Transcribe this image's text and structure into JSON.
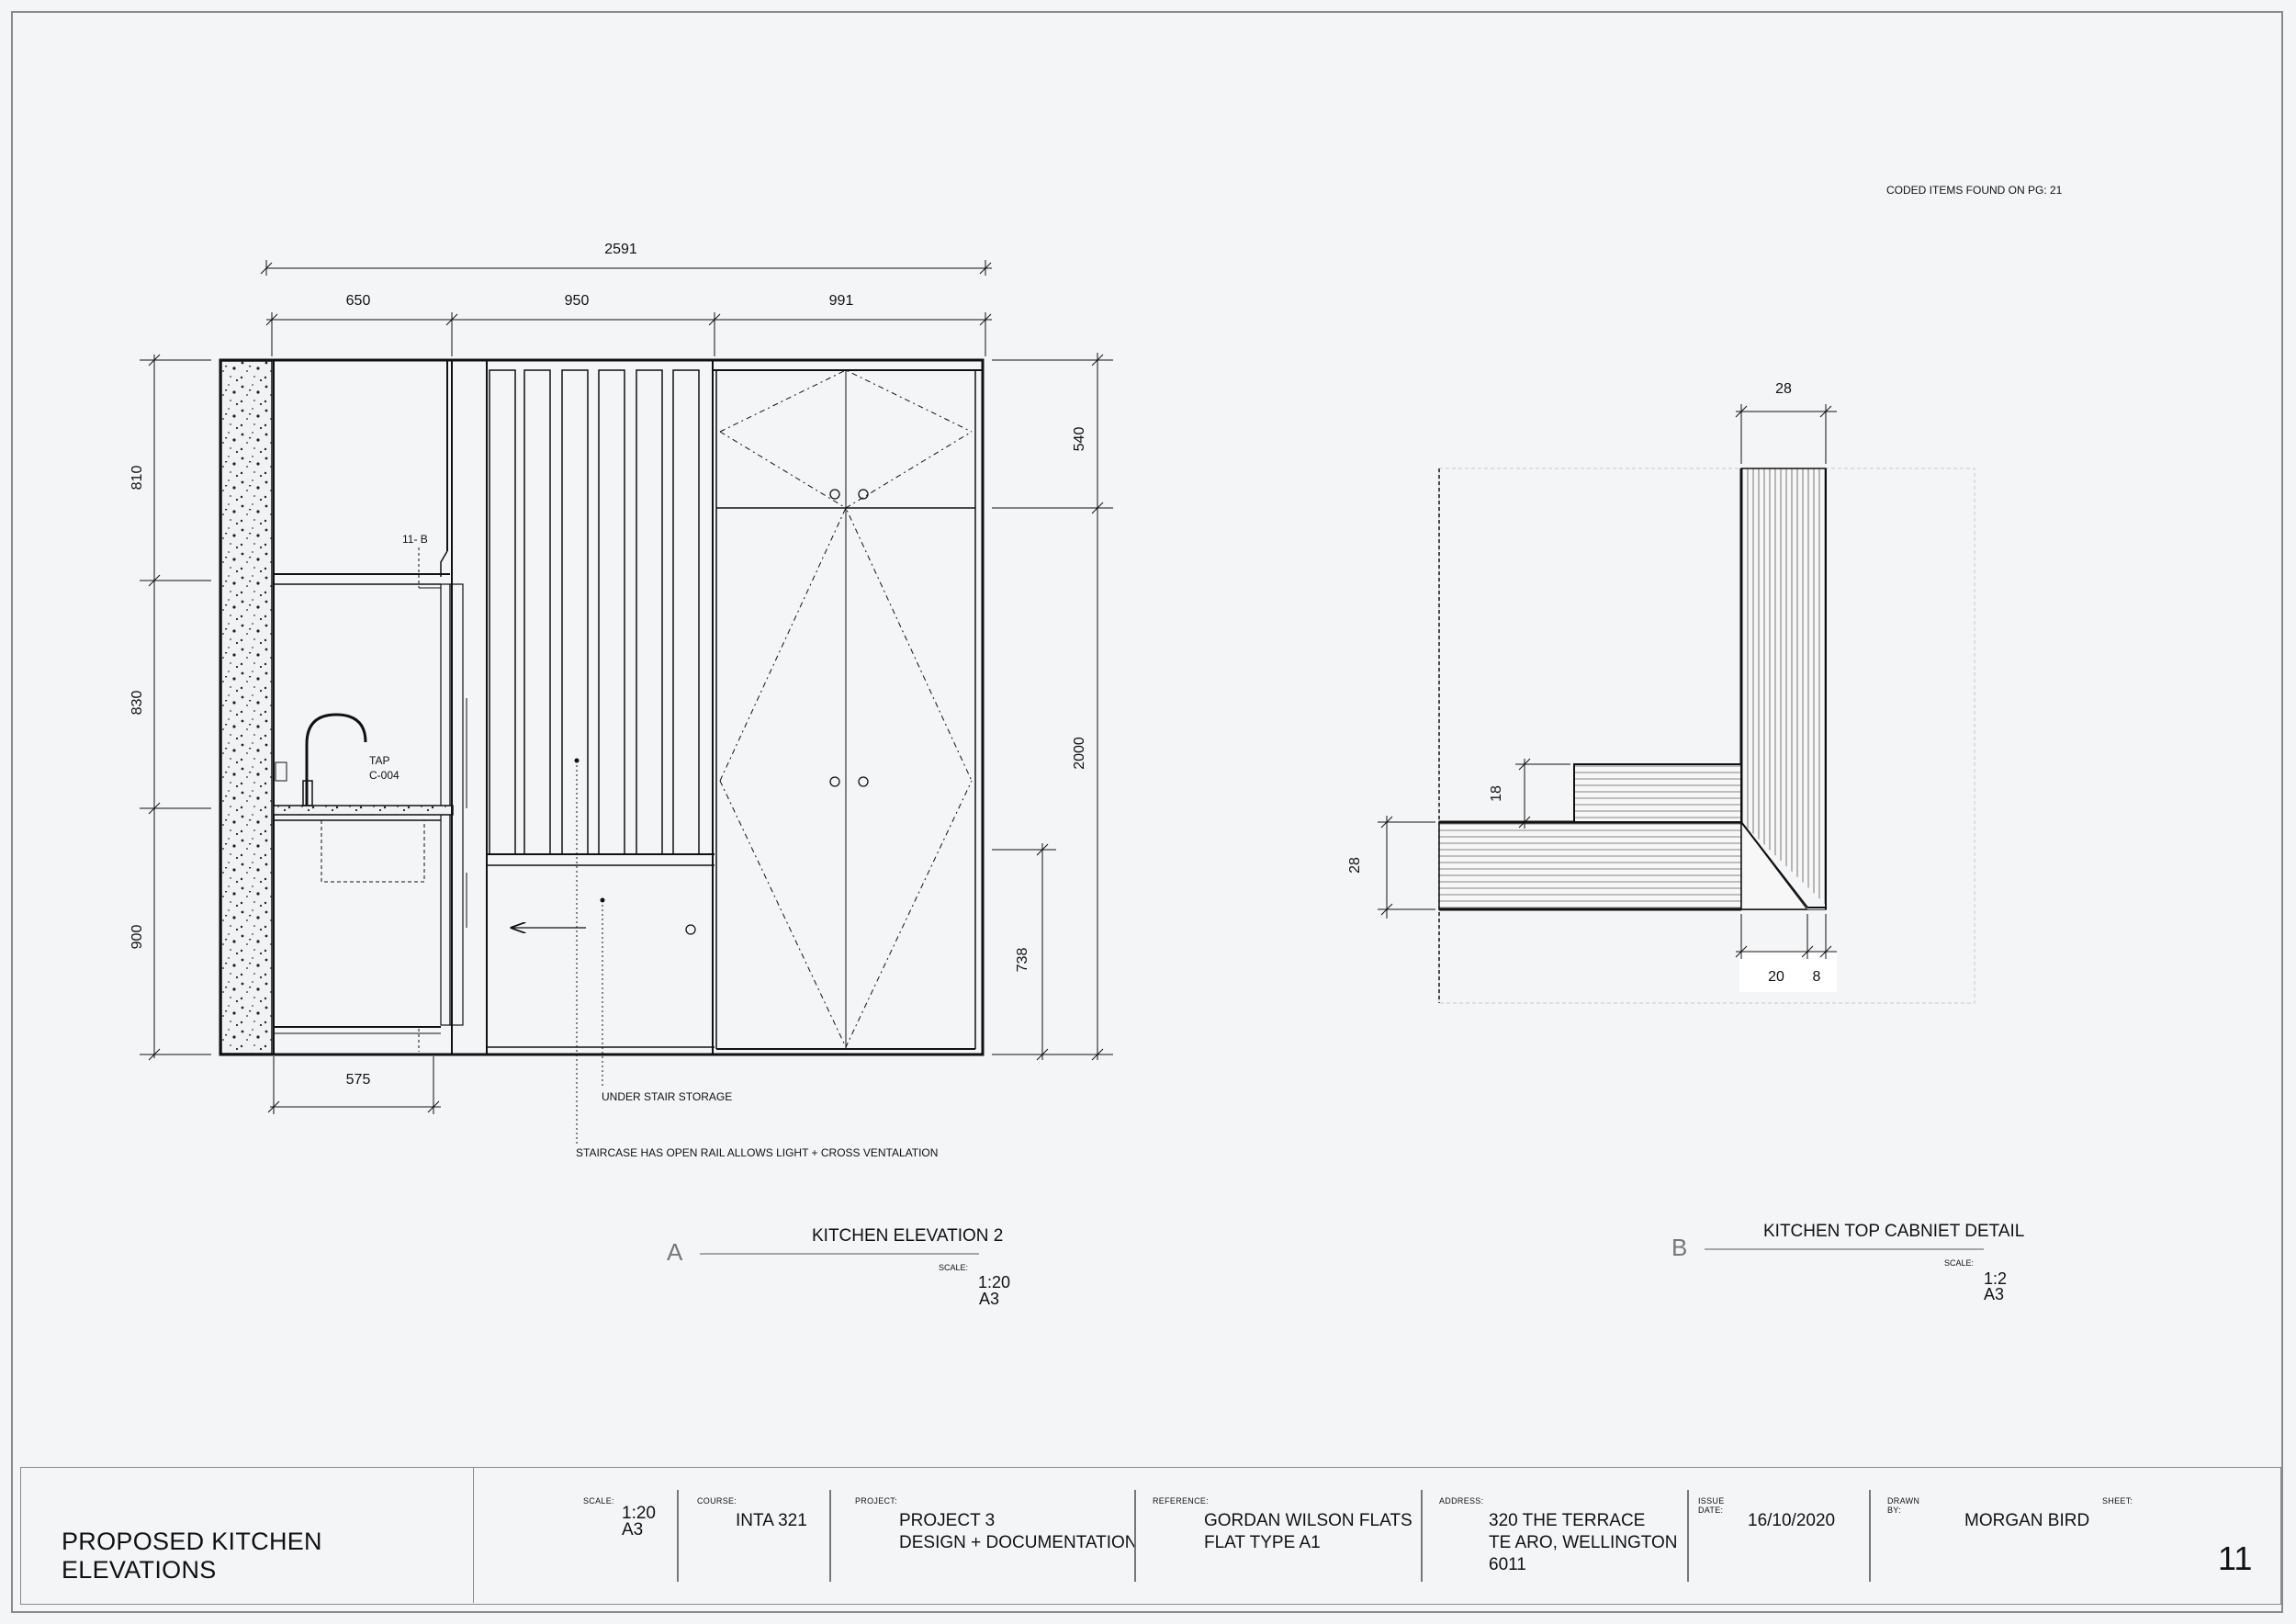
{
  "note_top": "CODED ITEMS FOUND ON PG: 21",
  "elevation_a": {
    "letter": "A",
    "title": "KITCHEN ELEVATION 2",
    "scale_caption": "SCALE:",
    "scale": "1:20",
    "paper": "A3",
    "dims": {
      "overall": "2591",
      "seg1": "650",
      "seg2": "950",
      "seg3": "991",
      "left1": "810",
      "left2": "830",
      "left3": "900",
      "right1": "540",
      "right2": "2000",
      "right3": "738",
      "bottom": "575"
    },
    "labels": {
      "tag": "11- B",
      "tap": "TAP",
      "tap_code": "C-004",
      "under_stair": "UNDER STAIR STORAGE",
      "staircase": "STAIRCASE HAS OPEN RAIL ALLOWS LIGHT + CROSS VENTALATION"
    }
  },
  "detail_b": {
    "letter": "B",
    "title": "KITCHEN TOP CABNIET DETAIL",
    "scale_caption": "SCALE:",
    "scale": "1:2",
    "paper": "A3",
    "dims": {
      "top": "28",
      "left": "28",
      "inner": "18",
      "bottom_a": "20",
      "bottom_b": "8"
    }
  },
  "title_block": {
    "drawing_title": "PROPOSED KITCHEN ELEVATIONS",
    "scale_caption": "SCALE:",
    "scale": "1:20",
    "paper": "A3",
    "course_caption": "COURSE:",
    "course": "INTA 321",
    "project_caption": "PROJECT:",
    "project_line1": "PROJECT 3",
    "project_line2": "DESIGN + DOCUMENTATION",
    "reference_caption": "REFERENCE:",
    "reference_line1": "GORDAN WILSON FLATS",
    "reference_line2": "FLAT TYPE A1",
    "address_caption": "ADDRESS:",
    "address_line1": "320 THE TERRACE",
    "address_line2": "TE ARO, WELLINGTON",
    "address_line3": "6011",
    "issue_caption": "ISSUE DATE:",
    "issue_date": "16/10/2020",
    "drawn_caption": "DRAWN BY:",
    "drawn_by": "MORGAN BIRD",
    "sheet_caption": "SHEET:",
    "sheet": "11"
  }
}
